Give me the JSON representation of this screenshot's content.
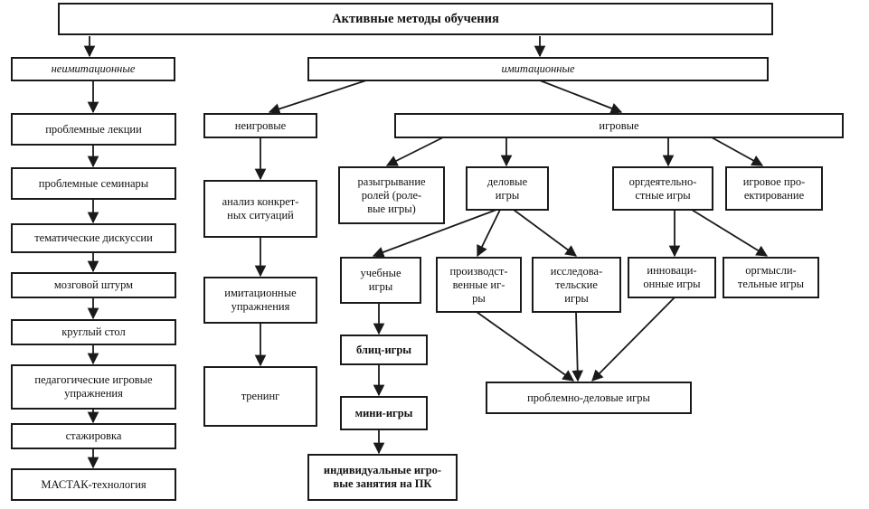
{
  "diagram": {
    "title": "Активные методы обучения",
    "branches": {
      "non_imitation": "неимитационные",
      "imitation": "имитационные",
      "non_game": "неигровые",
      "game": "игровые"
    },
    "non_imitation_items": [
      "проблемные лекции",
      "проблемные семинары",
      "тематические дискуссии",
      "мозговой штурм",
      "круглый стол",
      "педагогические игровые\nупражнения",
      "стажировка",
      "МАСТАК-технология"
    ],
    "non_game_items": [
      "анализ конкрет-\nных ситуаций",
      "имитационные\nупражнения",
      "тренинг"
    ],
    "game_types": {
      "role_play": "разыгрывание\nролей (роле-\nвые игры)",
      "business": "деловые\nигры",
      "org_activity": "оргдеятельно-\nстные игры",
      "design": "игровое про-\nектирование"
    },
    "business_types": {
      "training": "учебные\nигры",
      "production": "производст-\nвенные иг-\nры",
      "research": "исследова-\nтельские\nигры"
    },
    "org_types": {
      "innovation": "инноваци-\nонные игры",
      "org_thinking": "оргмысли-\nтельные игры"
    },
    "training_chain": [
      "блиц-игры",
      "мини-игры",
      "индивидуальные игро-\nвые занятия на ПК"
    ],
    "problem_business": "проблемно-деловые игры"
  }
}
